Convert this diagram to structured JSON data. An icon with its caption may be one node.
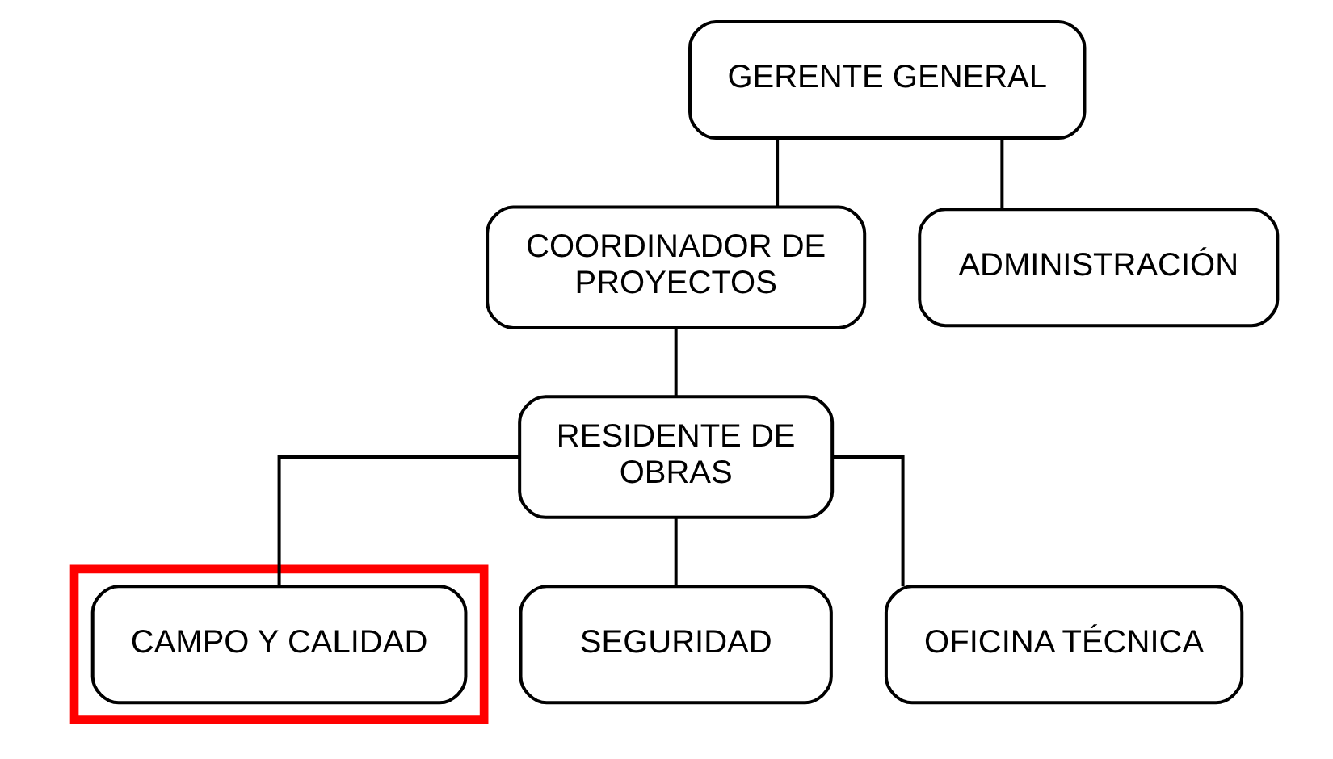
{
  "diagram": {
    "nodes": [
      {
        "text": [
          "GERENTE GENERAL"
        ]
      },
      {
        "text": [
          "COORDINADOR DE PROYECTOS"
        ]
      },
      {
        "text": [
          "ADMINISTRACIÓN"
        ]
      },
      {
        "text": [
          "RESIDENTE DE OBRAS"
        ]
      },
      {
        "text": [],
        "shape": "box"
      },
      {
        "text": [
          "CAMPO Y CALIDAD"
        ],
        "in": 4
      },
      {
        "text": [
          "SEGURIDAD"
        ]
      },
      {
        "text": [
          "OFICINA TÉCNICA"
        ]
      }
    ],
    "edges": [
      {
        "from": 0,
        "to": 1,
        "arrow": "none"
      },
      {
        "from": 0,
        "to": 2,
        "arrow": "none"
      },
      {
        "from": 1,
        "to": 3,
        "arrow": "none"
      },
      {
        "from": 3,
        "to": 5,
        "arrow": "none"
      },
      {
        "from": 3,
        "to": 6,
        "arrow": "none"
      },
      {
        "from": 3,
        "to": 7,
        "arrow": "none"
      }
    ]
  }
}
